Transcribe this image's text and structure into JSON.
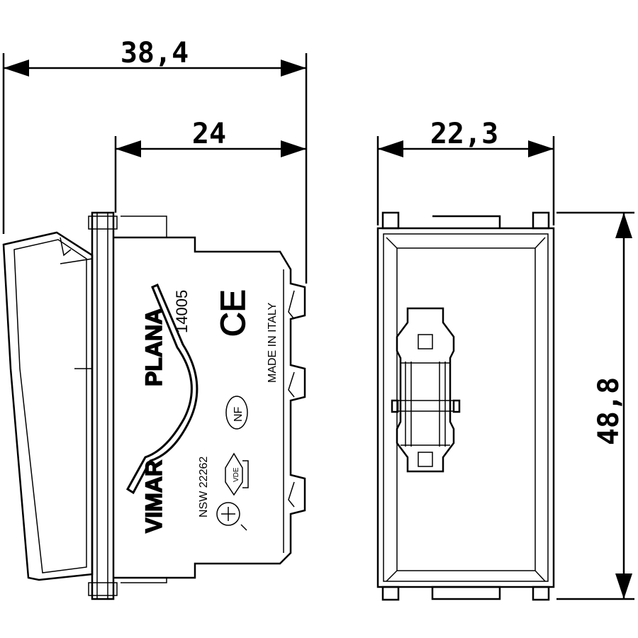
{
  "dimensions": {
    "overall_depth": "38,4",
    "body_depth": "24",
    "width": "22,3",
    "height": "48,8"
  },
  "side_view_markings": {
    "brand": "VIMAR",
    "series": "PLANA",
    "article": "14005",
    "ce_mark": "CE",
    "origin": "MADE IN ITALY",
    "standard": "NSW 22262",
    "nf_mark": "NF",
    "vde_mark": "VDE"
  },
  "colors": {
    "line": "#000000",
    "background": "#ffffff"
  }
}
